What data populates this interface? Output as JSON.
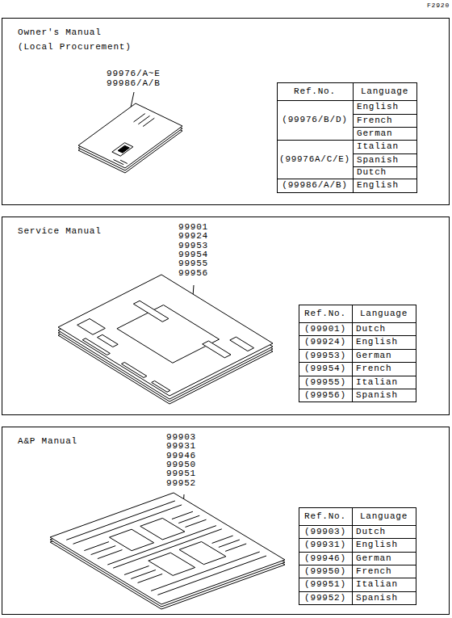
{
  "diagram": {
    "nodes": [
      {
        "text": [
          "Owner's Manual",
          "(Local Procurement)"
        ]
      },
      {
        "text": [
          "Service Manual"
        ]
      },
      {
        "text": [
          "A&P Manual"
        ]
      }
    ],
    "labels": [
      "F2920",
      "99976/A~E",
      "99986/A/B",
      "Ref.No.",
      "Language",
      "(99976/B/D)",
      "English",
      "French",
      "German",
      "(99976A/C/E)",
      "Italian",
      "Spanish",
      "Dutch",
      "(99986/A/B)",
      "English",
      "99901",
      "99924",
      "99953",
      "99954",
      "99955",
      "99956",
      "Ref.No.",
      "Language",
      "(99901)",
      "Dutch",
      "(99924)",
      "English",
      "(99953)",
      "German",
      "(99954)",
      "French",
      "(99955)",
      "Italian",
      "(99956)",
      "Spanish",
      "99903",
      "99931",
      "99946",
      "99950",
      "99951",
      "99952",
      "Ref.No.",
      "Language",
      "(99903)",
      "Dutch",
      "(99931)",
      "English",
      "(99946)",
      "German",
      "(99950)",
      "French",
      "(99951)",
      "Italian",
      "(99952)",
      "Spanish"
    ]
  }
}
